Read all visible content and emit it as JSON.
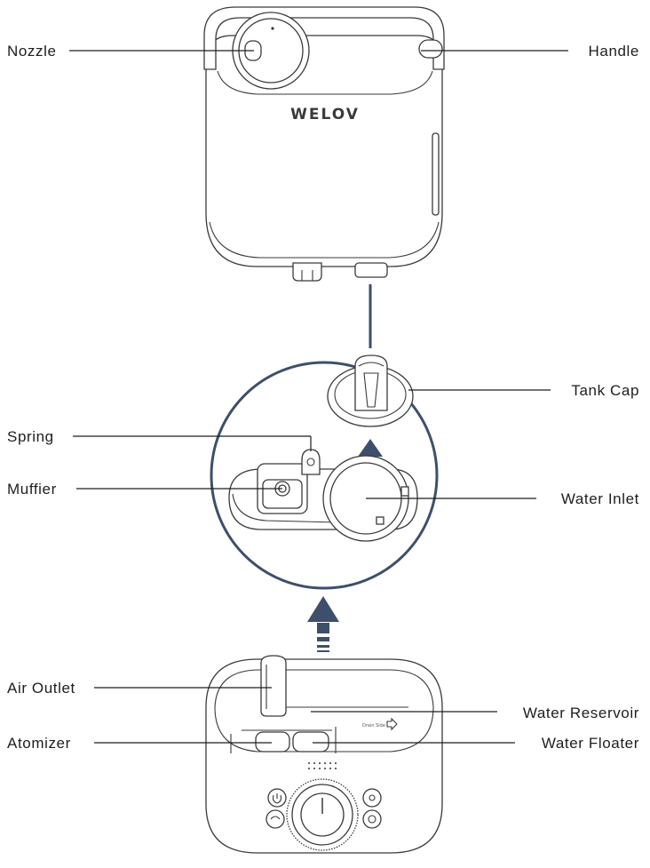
{
  "brand": "WELOV",
  "labels": {
    "nozzle": "Nozzle",
    "handle": "Handle",
    "tank_cap": "Tank Cap",
    "spring": "Spring",
    "muffler": "Muffier",
    "water_inlet": "Water Inlet",
    "air_outlet": "Air Outlet",
    "water_reservoir": "Water Reservoir",
    "atomizer": "Atomizer",
    "water_floater": "Water Floater"
  },
  "drain_side": "Drain Side",
  "colors": {
    "accent": "#3d4f6b",
    "outline": "#3a3a3a",
    "label_text": "#1e1e1e"
  }
}
